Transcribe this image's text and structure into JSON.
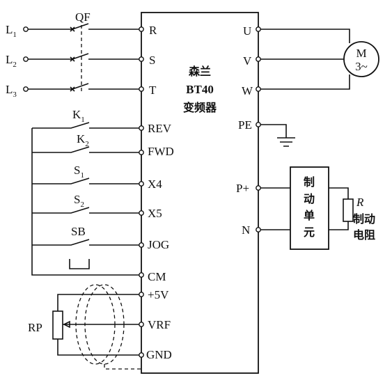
{
  "inverter": {
    "brand": "森兰",
    "model": "BT40",
    "type": "变频器",
    "left_terminals": [
      "R",
      "S",
      "T",
      "REV",
      "FWD",
      "X4",
      "X5",
      "JOG",
      "CM",
      "+5V",
      "VRF",
      "GND"
    ],
    "right_terminals": [
      "U",
      "V",
      "W",
      "PE",
      "P+",
      "N"
    ]
  },
  "supply": {
    "lines": [
      {
        "letter": "L",
        "sub": "1"
      },
      {
        "letter": "L",
        "sub": "2"
      },
      {
        "letter": "L",
        "sub": "3"
      }
    ],
    "breaker": "QF"
  },
  "switches": [
    {
      "letter": "K",
      "sub": "1"
    },
    {
      "letter": "K",
      "sub": "2"
    },
    {
      "letter": "S",
      "sub": "1"
    },
    {
      "letter": "S",
      "sub": "2"
    },
    {
      "letter": "SB",
      "sub": ""
    }
  ],
  "potentiometer": "RP",
  "motor": {
    "line1": "M",
    "line2": "3~"
  },
  "brake_unit": [
    "制",
    "动",
    "单",
    "元"
  ],
  "brake_resistor": {
    "symbol": "R",
    "line1": "制动",
    "line2": "电阻"
  }
}
